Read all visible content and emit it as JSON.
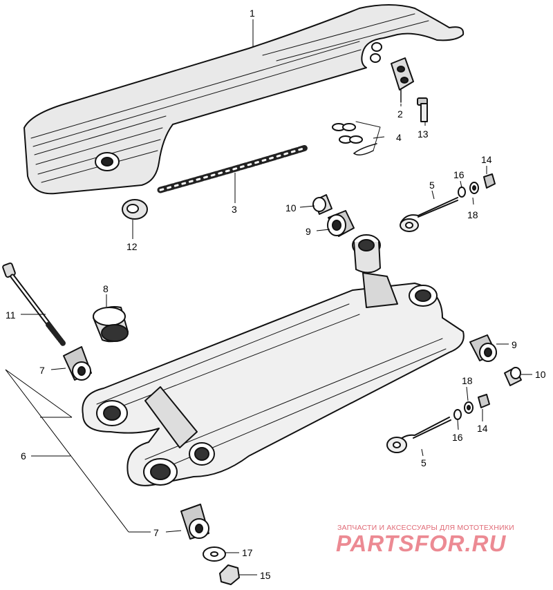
{
  "watermark": {
    "subtitle": "ЗАПЧАСТИ И АКСЕССУАРЫ ДЛЯ МОТОТЕХНИКИ",
    "logo": "PARTSFOR.RU"
  },
  "callouts": {
    "c1": "1",
    "c2": "2",
    "c3": "3",
    "c4": "4",
    "c5a": "5",
    "c5b": "5",
    "c6": "6",
    "c7a": "7",
    "c7b": "7",
    "c8": "8",
    "c9a": "9",
    "c9b": "9",
    "c10a": "10",
    "c10b": "10",
    "c11": "11",
    "c12": "12",
    "c13": "13",
    "c14a": "14",
    "c14b": "14",
    "c15": "15",
    "c16a": "16",
    "c16b": "16",
    "c17": "17",
    "c18a": "18",
    "c18b": "18"
  },
  "parts": [
    "chain-case",
    "plate",
    "chain",
    "master-link",
    "chain-adjuster",
    "swing-arm",
    "bushing",
    "pivot-bushing",
    "collar",
    "spacer",
    "pivot-bolt",
    "grommet",
    "bolt",
    "nut",
    "cap-nut",
    "washer",
    "lock-washer",
    "flat-washer"
  ]
}
